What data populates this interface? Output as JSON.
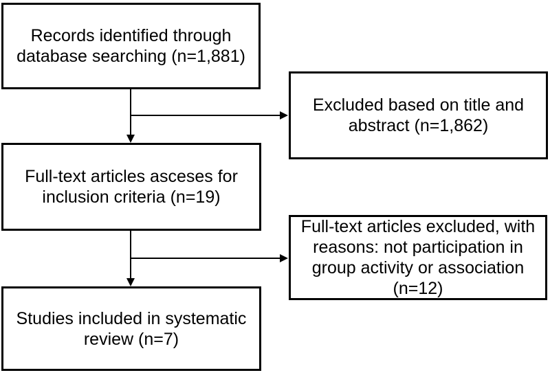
{
  "diagram": {
    "kind": "study-selection-flowchart",
    "colors": {
      "background": "#ffffff",
      "box_border": "#000000",
      "text": "#000000",
      "arrow": "#000000"
    },
    "boxes": [
      {
        "id": "records-identified",
        "label": "Records identified through\ndatabase searching (n=1,881)",
        "n": 1881
      },
      {
        "id": "excluded-title-abstract",
        "label": "Excluded based on title and\nabstract (n=1,862)",
        "n": 1862
      },
      {
        "id": "fulltext-assessed",
        "label": "Full-text articles asceses for\ninclusion criteria (n=19)",
        "n": 19
      },
      {
        "id": "fulltext-excluded",
        "label": "Full-text articles excluded, with\nreasons: not participation in\ngroup activity or association\n(n=12)",
        "n": 12
      },
      {
        "id": "studies-included",
        "label": "Studies included in systematic\nreview (n=7)",
        "n": 7
      }
    ],
    "connections": [
      {
        "from": "records-identified",
        "to": "fulltext-assessed",
        "type": "arrow-down"
      },
      {
        "from": "records-identified",
        "to": "excluded-title-abstract",
        "type": "arrow-right-branch"
      },
      {
        "from": "fulltext-assessed",
        "to": "studies-included",
        "type": "arrow-down"
      },
      {
        "from": "fulltext-assessed",
        "to": "fulltext-excluded",
        "type": "arrow-right-branch"
      }
    ]
  }
}
